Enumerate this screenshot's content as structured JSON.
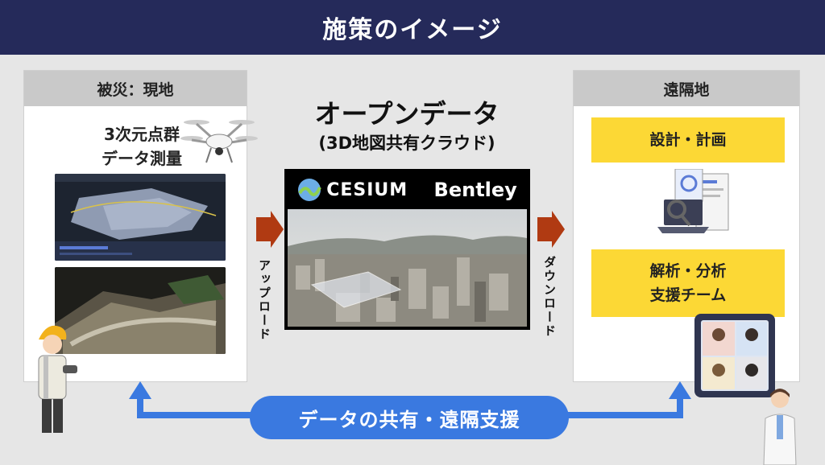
{
  "header": {
    "title": "施策のイメージ"
  },
  "left_panel": {
    "heading": "被災：現地",
    "title_line1": "3次元点群",
    "title_line2": "データ測量"
  },
  "center": {
    "title": "オープンデータ",
    "subtitle": "(3D地図共有クラウド)",
    "logos": {
      "cesium": "CESIUM",
      "bentley": "Bentley"
    }
  },
  "arrows": {
    "upload": "アップロード",
    "download": "ダウンロード"
  },
  "right_panel": {
    "heading": "遠隔地",
    "plan": "設計・計画",
    "analysis_line1": "解析・分析",
    "analysis_line2": "支援チーム"
  },
  "bottom": {
    "share_label": "データの共有・遠隔支援"
  },
  "colors": {
    "header_bg": "#252a5a",
    "arrow_red": "#b03a12",
    "yellow": "#fcd835",
    "blue": "#3a79e0"
  },
  "icons": [
    "drone-icon",
    "worker-icon",
    "analysis-laptop-icon",
    "video-call-tablet-icon",
    "scientist-icon"
  ]
}
